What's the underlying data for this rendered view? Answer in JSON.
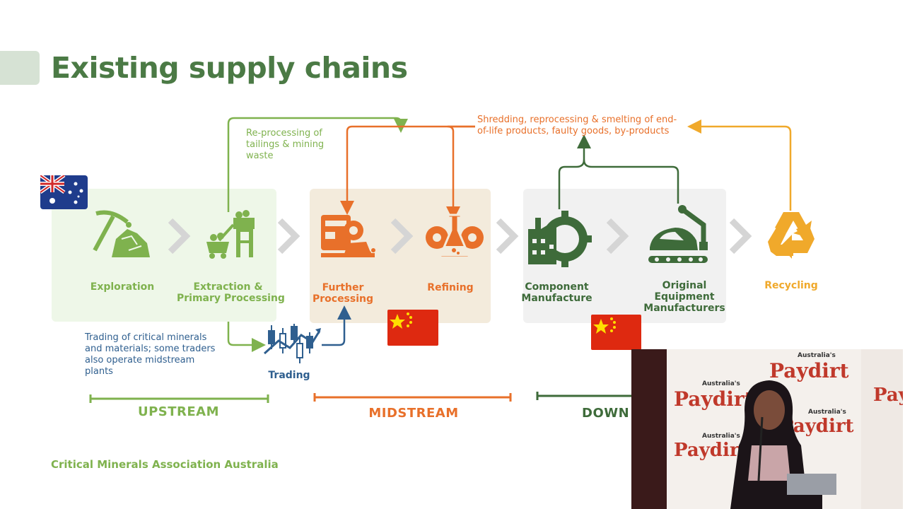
{
  "slide": {
    "title": "Existing supply chains",
    "footer": "Critical Minerals Association Australia"
  },
  "stages": {
    "exploration": "Exploration",
    "extraction_line1": "Extraction &",
    "extraction_line2": "Primary Processing",
    "further_line1": "Further",
    "further_line2": "Processing",
    "refining": "Refining",
    "component_line1": "Component",
    "component_line2": "Manufacture",
    "oem_line1": "Original",
    "oem_line2": "Equipment",
    "oem_line3": "Manufacturers",
    "recycling": "Recycling",
    "trading": "Trading"
  },
  "notes": {
    "reprocessing_line1": "Re-processing of",
    "reprocessing_line2": "tailings & mining",
    "reprocessing_line3": "waste",
    "shredding_line1": "Shredding, reprocessing & smelting of end-",
    "shredding_line2": "of-life products, faulty goods, by-products",
    "trading_line1": "Trading of critical minerals",
    "trading_line2": "and materials; some traders",
    "trading_line3": "also operate midstream",
    "trading_line4": "plants"
  },
  "segments": {
    "upstream": "UPSTREAM",
    "midstream": "MIDSTREAM",
    "downstream": "DOWN"
  },
  "colors": {
    "green_light": "#7fb24e",
    "orange": "#e8702a",
    "dark_green": "#3e6b3a",
    "recycle_yellow": "#f0a92b",
    "blue": "#2f5f8f",
    "title_green": "#4b7a45"
  },
  "flags": [
    "australia-flag",
    "china-flag",
    "china-flag"
  ],
  "video": {
    "brand_small": "Australia's",
    "brand_big": "Paydirt"
  }
}
